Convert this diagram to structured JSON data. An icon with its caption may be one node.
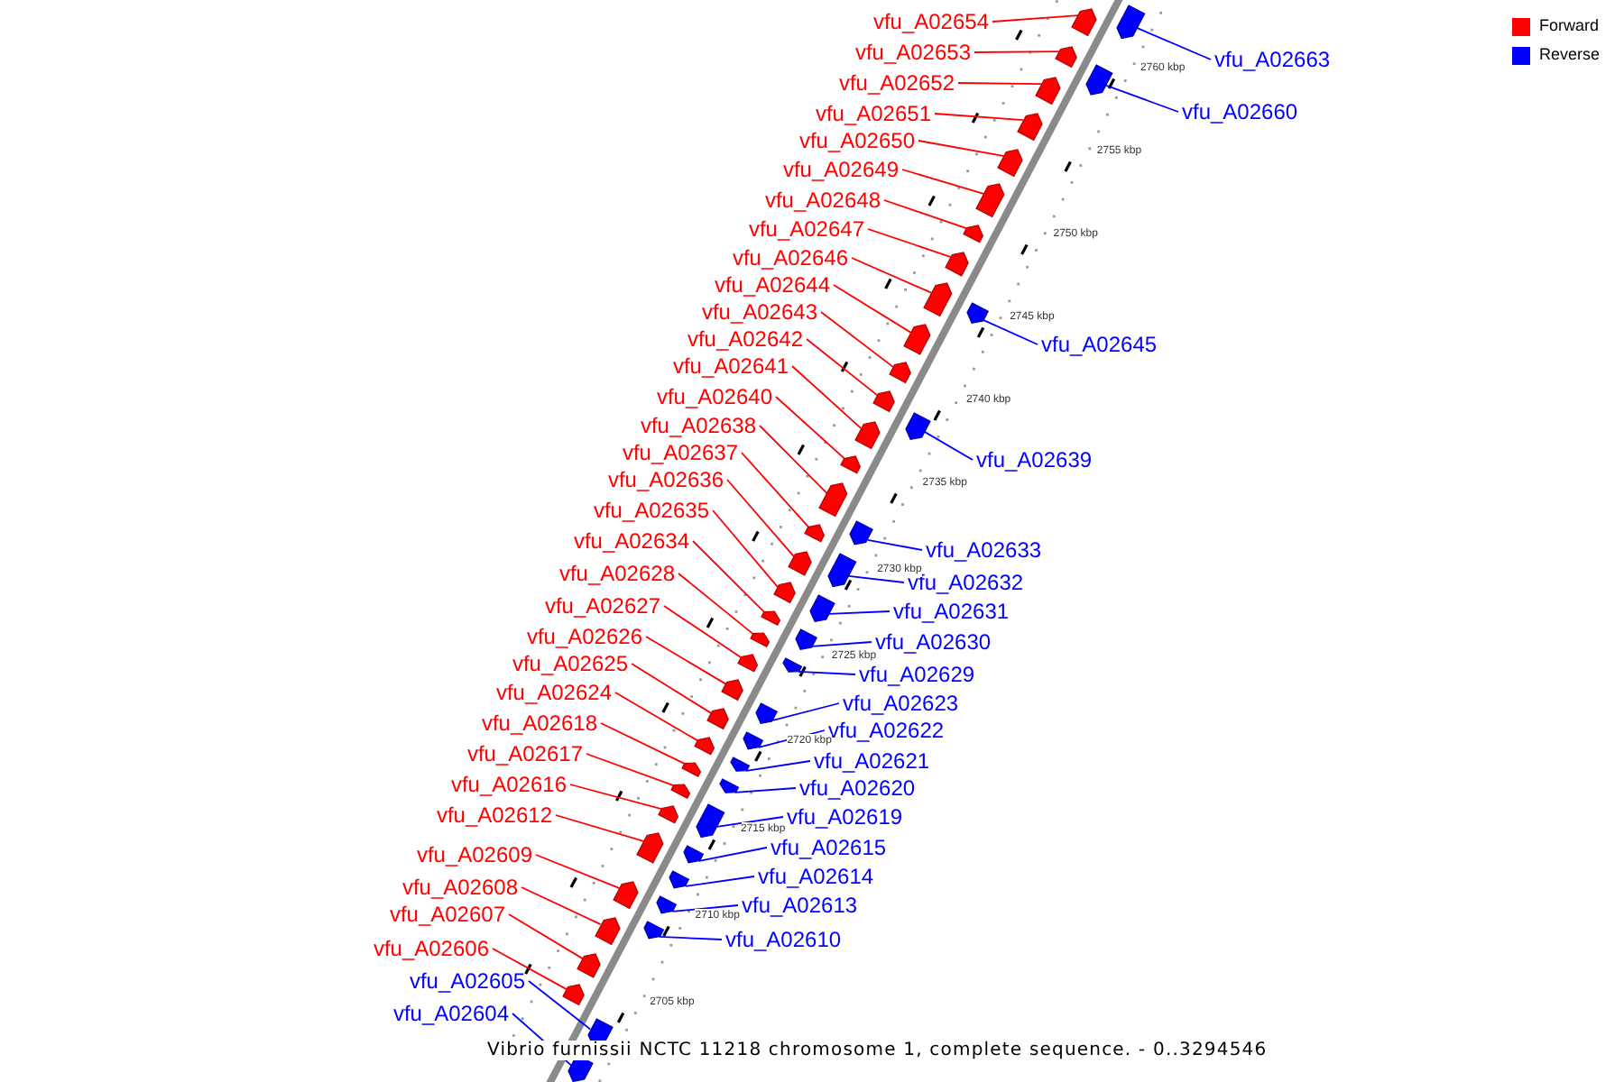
{
  "diagram": {
    "caption": "Vibrio furnissii NCTC 11218 chromosome 1, complete sequence. - 0..3294546",
    "nodes": [
      {
        "text": [
          "vfu_A02654"
        ]
      },
      {
        "text": [
          "vfu_A02653"
        ]
      },
      {
        "text": [
          "vfu_A02663"
        ]
      },
      {
        "text": [
          "vfu_A02652"
        ]
      },
      {
        "text": [
          "vfu_A02660"
        ]
      },
      {
        "text": [
          "vfu_A02651"
        ]
      },
      {
        "text": [
          "vfu_A02650"
        ]
      },
      {
        "text": [
          "vfu_A02649"
        ]
      },
      {
        "text": [
          "vfu_A02648"
        ]
      },
      {
        "text": [
          "vfu_A02647"
        ]
      },
      {
        "text": [
          "vfu_A02646"
        ]
      },
      {
        "text": [
          "vfu_A02644"
        ]
      },
      {
        "text": [
          "vfu_A02643"
        ]
      },
      {
        "text": [
          "vfu_A02642"
        ]
      },
      {
        "text": [
          "vfu_A02645"
        ]
      },
      {
        "text": [
          "vfu_A02641"
        ]
      },
      {
        "text": [
          "vfu_A02640"
        ]
      },
      {
        "text": [
          "vfu_A02638"
        ]
      },
      {
        "text": [
          "vfu_A02637"
        ]
      },
      {
        "text": [
          "vfu_A02639"
        ]
      },
      {
        "text": [
          "vfu_A02636"
        ]
      },
      {
        "text": [
          "vfu_A02635"
        ]
      },
      {
        "text": [
          "vfu_A02634"
        ]
      },
      {
        "text": [
          "vfu_A02633"
        ]
      },
      {
        "text": [
          "vfu_A02628"
        ]
      },
      {
        "text": [
          "vfu_A02632"
        ]
      },
      {
        "text": [
          "vfu_A02627"
        ]
      },
      {
        "text": [
          "vfu_A02631"
        ]
      },
      {
        "text": [
          "vfu_A02626"
        ]
      },
      {
        "text": [
          "vfu_A02630"
        ]
      },
      {
        "text": [
          "vfu_A02625"
        ]
      },
      {
        "text": [
          "vfu_A02629"
        ]
      },
      {
        "text": [
          "vfu_A02624"
        ]
      },
      {
        "text": [
          "vfu_A02623"
        ]
      },
      {
        "text": [
          "vfu_A02618"
        ]
      },
      {
        "text": [
          "vfu_A02622"
        ]
      },
      {
        "text": [
          "vfu_A02617"
        ]
      },
      {
        "text": [
          "vfu_A02621"
        ]
      },
      {
        "text": [
          "vfu_A02616"
        ]
      },
      {
        "text": [
          "vfu_A02620"
        ]
      },
      {
        "text": [
          "vfu_A02612"
        ]
      },
      {
        "text": [
          "vfu_A02619"
        ]
      },
      {
        "text": [
          "vfu_A02615"
        ]
      },
      {
        "text": [
          "vfu_A02609"
        ]
      },
      {
        "text": [
          "vfu_A02614"
        ]
      },
      {
        "text": [
          "vfu_A02608"
        ]
      },
      {
        "text": [
          "vfu_A02613"
        ]
      },
      {
        "text": [
          "vfu_A02607"
        ]
      },
      {
        "text": [
          "vfu_A02610"
        ]
      },
      {
        "text": [
          "vfu_A02606"
        ]
      },
      {
        "text": [
          "vfu_A02605"
        ]
      },
      {
        "text": [
          "vfu_A02604"
        ]
      },
      {
        "text": [],
        "shape": "arrow"
      },
      {
        "text": [],
        "shape": "arrow"
      },
      {
        "text": [],
        "shape": "arrow"
      },
      {
        "text": [],
        "shape": "arrow"
      },
      {
        "text": [],
        "shape": "arrow"
      },
      {
        "text": [],
        "shape": "arrow"
      },
      {
        "text": [],
        "shape": "arrow"
      },
      {
        "text": [],
        "shape": "arrow"
      },
      {
        "text": [],
        "shape": "arrow"
      },
      {
        "text": [],
        "shape": "arrow"
      },
      {
        "text": [],
        "shape": "arrow"
      },
      {
        "text": [],
        "shape": "arrow"
      },
      {
        "text": [],
        "shape": "arrow"
      },
      {
        "text": [],
        "shape": "arrow"
      },
      {
        "text": [],
        "shape": "arrow"
      },
      {
        "text": [],
        "shape": "arrow"
      },
      {
        "text": [],
        "shape": "arrow"
      },
      {
        "text": [],
        "shape": "arrow"
      },
      {
        "text": [],
        "shape": "arrow"
      },
      {
        "text": [],
        "shape": "arrow"
      },
      {
        "text": [],
        "shape": "arrow"
      },
      {
        "text": [],
        "shape": "arrow"
      },
      {
        "text": [],
        "shape": "arrow"
      },
      {
        "text": [],
        "shape": "arrow"
      },
      {
        "text": [],
        "shape": "arrow"
      },
      {
        "text": [],
        "shape": "arrow"
      },
      {
        "text": [],
        "shape": "arrow"
      },
      {
        "text": [],
        "shape": "arrow"
      },
      {
        "text": [],
        "shape": "arrow"
      },
      {
        "text": [],
        "shape": "arrow"
      },
      {
        "text": [],
        "shape": "arrow"
      },
      {
        "text": [],
        "shape": "arrow"
      },
      {
        "text": [],
        "shape": "arrow"
      },
      {
        "text": [],
        "shape": "arrow"
      },
      {
        "text": [],
        "shape": "arrow"
      },
      {
        "text": [],
        "shape": "arrow"
      },
      {
        "text": [],
        "shape": "arrow"
      },
      {
        "text": [],
        "shape": "arrow"
      },
      {
        "text": [],
        "shape": "arrow"
      },
      {
        "text": [],
        "shape": "arrow"
      },
      {
        "text": [],
        "shape": "arrow"
      },
      {
        "text": [],
        "shape": "arrow"
      },
      {
        "text": [],
        "shape": "arrow"
      },
      {
        "text": [],
        "shape": "arrow"
      },
      {
        "text": [],
        "shape": "arrow"
      },
      {
        "text": [],
        "shape": "arrow"
      },
      {
        "text": [],
        "shape": "arrow"
      },
      {
        "text": [],
        "shape": "arrow"
      },
      {
        "text": [],
        "shape": "arrow"
      },
      {
        "text": [],
        "shape": "arrow"
      },
      {
        "text": [],
        "shape": "arrow"
      },
      {
        "text": [],
        "shape": "arrow"
      }
    ],
    "edges": [
      {
        "from": 0,
        "to": 52,
        "arrow": "none"
      },
      {
        "from": 1,
        "to": 53,
        "arrow": "none"
      },
      {
        "from": 2,
        "to": 54,
        "arrow": "none",
        "color": "#0000ff"
      },
      {
        "from": 3,
        "to": 55,
        "arrow": "none"
      },
      {
        "from": 4,
        "to": 56,
        "arrow": "none",
        "color": "#0000ff"
      },
      {
        "from": 5,
        "to": 57,
        "arrow": "none"
      },
      {
        "from": 6,
        "to": 58,
        "arrow": "none"
      },
      {
        "from": 7,
        "to": 59,
        "arrow": "none"
      },
      {
        "from": 8,
        "to": 60,
        "arrow": "none"
      },
      {
        "from": 9,
        "to": 61,
        "arrow": "none"
      },
      {
        "from": 10,
        "to": 62,
        "arrow": "none"
      },
      {
        "from": 11,
        "to": 63,
        "arrow": "none"
      },
      {
        "from": 12,
        "to": 64,
        "arrow": "none"
      },
      {
        "from": 13,
        "to": 65,
        "arrow": "none"
      },
      {
        "from": 14,
        "to": 66,
        "arrow": "none",
        "color": "#0000ff"
      },
      {
        "from": 15,
        "to": 67,
        "arrow": "none"
      },
      {
        "from": 16,
        "to": 68,
        "arrow": "none"
      },
      {
        "from": 17,
        "to": 69,
        "arrow": "none"
      },
      {
        "from": 18,
        "to": 70,
        "arrow": "none"
      },
      {
        "from": 19,
        "to": 71,
        "arrow": "none",
        "color": "#0000ff"
      },
      {
        "from": 20,
        "to": 72,
        "arrow": "none"
      },
      {
        "from": 21,
        "to": 73,
        "arrow": "none"
      },
      {
        "from": 22,
        "to": 74,
        "arrow": "none"
      },
      {
        "from": 23,
        "to": 75,
        "arrow": "none",
        "color": "#0000ff"
      },
      {
        "from": 24,
        "to": 76,
        "arrow": "none"
      },
      {
        "from": 25,
        "to": 77,
        "arrow": "none",
        "color": "#0000ff"
      },
      {
        "from": 26,
        "to": 78,
        "arrow": "none"
      },
      {
        "from": 27,
        "to": 79,
        "arrow": "none",
        "color": "#0000ff"
      },
      {
        "from": 28,
        "to": 80,
        "arrow": "none"
      },
      {
        "from": 29,
        "to": 81,
        "arrow": "none",
        "color": "#0000ff"
      },
      {
        "from": 30,
        "to": 82,
        "arrow": "none"
      },
      {
        "from": 31,
        "to": 83,
        "arrow": "none",
        "color": "#0000ff"
      },
      {
        "from": 32,
        "to": 84,
        "arrow": "none"
      },
      {
        "from": 33,
        "to": 85,
        "arrow": "none",
        "color": "#0000ff"
      },
      {
        "from": 34,
        "to": 86,
        "arrow": "none"
      },
      {
        "from": 35,
        "to": 87,
        "arrow": "none",
        "color": "#0000ff"
      },
      {
        "from": 36,
        "to": 88,
        "arrow": "none"
      },
      {
        "from": 37,
        "to": 89,
        "arrow": "none",
        "color": "#0000ff"
      },
      {
        "from": 38,
        "to": 90,
        "arrow": "none"
      },
      {
        "from": 39,
        "to": 91,
        "arrow": "none",
        "color": "#0000ff"
      },
      {
        "from": 40,
        "to": 92,
        "arrow": "none"
      },
      {
        "from": 41,
        "to": 93,
        "arrow": "none",
        "color": "#0000ff"
      },
      {
        "from": 42,
        "to": 94,
        "arrow": "none",
        "color": "#0000ff"
      },
      {
        "from": 43,
        "to": 95,
        "arrow": "none"
      },
      {
        "from": 44,
        "to": 96,
        "arrow": "none",
        "color": "#0000ff"
      },
      {
        "from": 45,
        "to": 97,
        "arrow": "none"
      },
      {
        "from": 46,
        "to": 98,
        "arrow": "none",
        "color": "#0000ff"
      },
      {
        "from": 47,
        "to": 99,
        "arrow": "none"
      },
      {
        "from": 48,
        "to": 100,
        "arrow": "none",
        "color": "#0000ff"
      },
      {
        "from": 49,
        "to": 101,
        "arrow": "none"
      },
      {
        "from": 50,
        "to": 102,
        "arrow": "none",
        "color": "#0000ff"
      },
      {
        "from": 51,
        "to": 103,
        "arrow": "none",
        "color": "#0000ff"
      }
    ],
    "labels": [
      "2760 kbp",
      "2755 kbp",
      "2750 kbp",
      "2745 kbp",
      "2740 kbp",
      "2735 kbp",
      "2730 kbp",
      "2725 kbp",
      "2720 kbp",
      "2715 kbp",
      "2710 kbp",
      "2705 kbp"
    ],
    "legend": [
      {
        "text": "Forward",
        "color": "#ff0000"
      },
      {
        "text": "Reverse",
        "color": "#0000ff"
      }
    ]
  }
}
